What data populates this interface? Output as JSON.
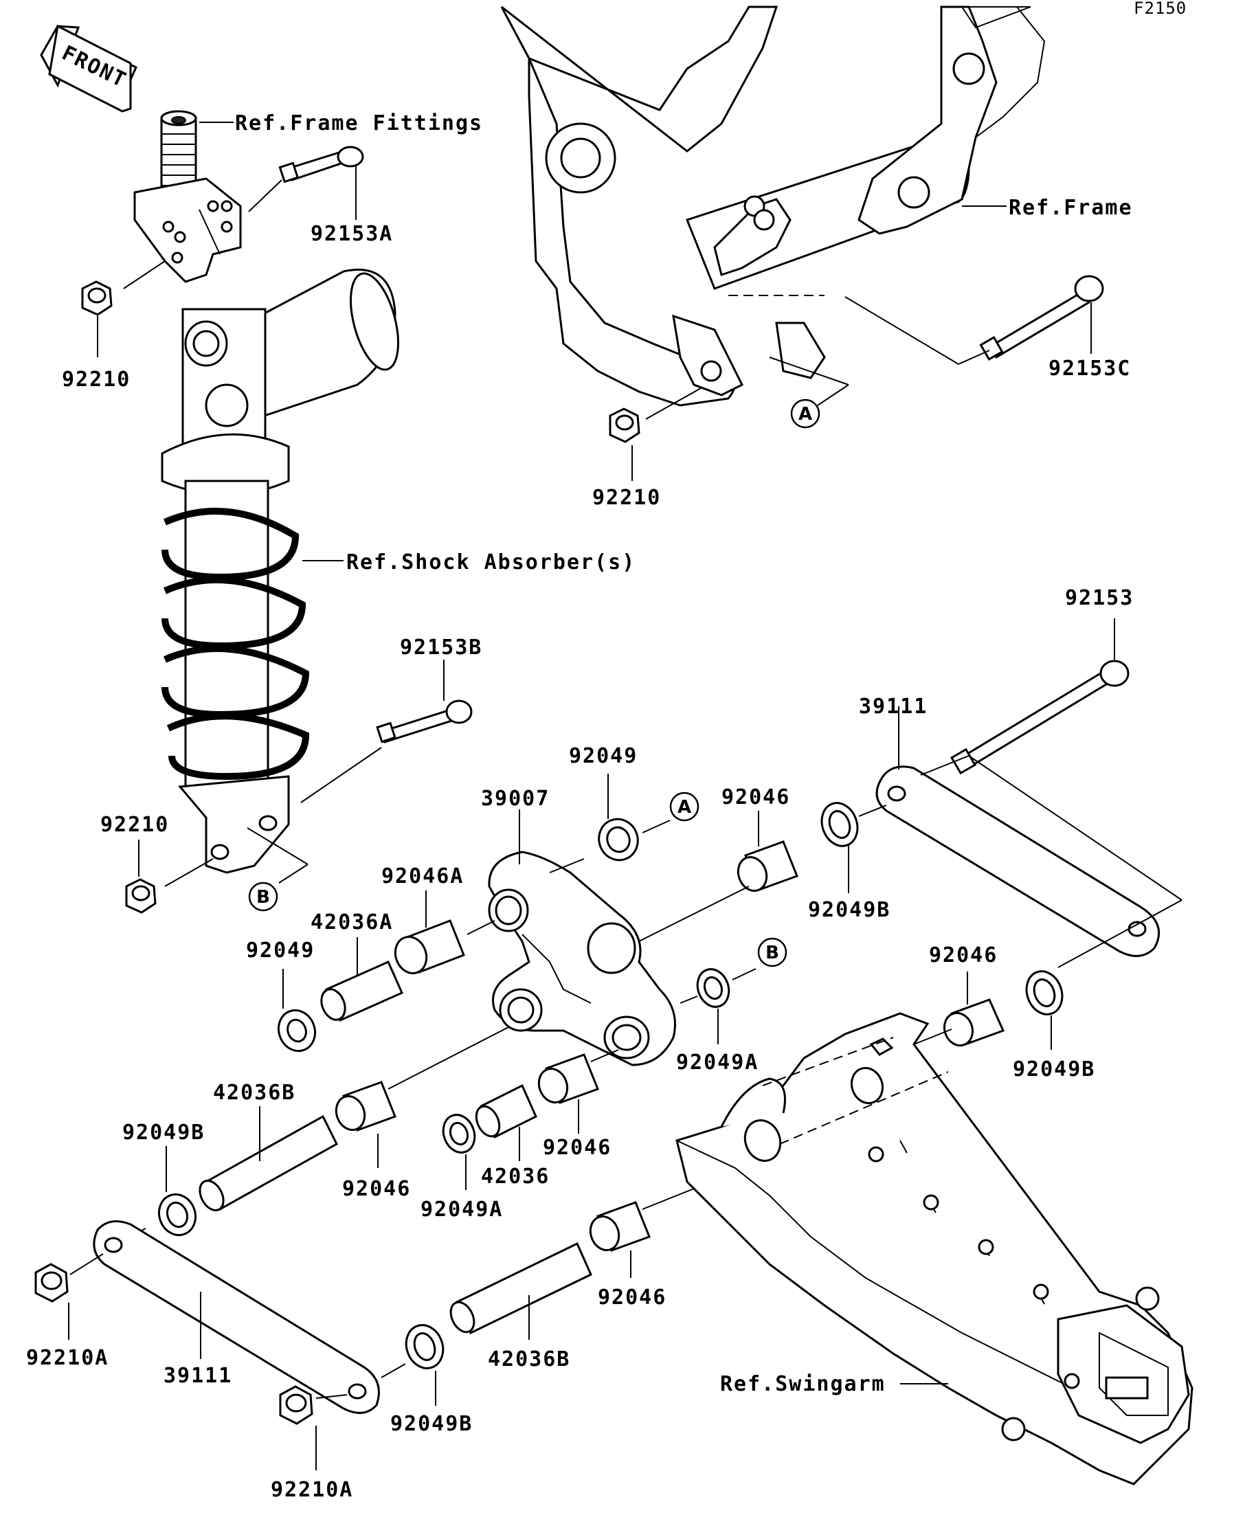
{
  "diagram_code": "F2150",
  "front_arrow_label": "FRONT",
  "references": {
    "frame_fittings": "Ref.Frame Fittings",
    "frame": "Ref.Frame",
    "shock_absorber": "Ref.Shock Absorber(s)",
    "swingarm": "Ref.Swingarm"
  },
  "callouts": {
    "a_top": "A",
    "a_mid": "A",
    "b_left": "B",
    "b_mid": "B"
  },
  "parts": {
    "p92153A": "92153A",
    "p92210_top": "92210",
    "p92210_frame": "92210",
    "p92153C": "92153C",
    "p92153": "92153",
    "p92153B": "92153B",
    "p39111_top": "39111",
    "p92049_top": "92049",
    "p92046_top": "92046",
    "p39007": "39007",
    "p92210_shock": "92210",
    "p92046A": "92046A",
    "p42036A": "42036A",
    "p92049_left": "92049",
    "p92049B_a": "92049B",
    "p92049A_right": "92049A",
    "p92046_right": "92046",
    "p92049B_right": "92049B",
    "p42036B_top": "42036B",
    "p92049B_left": "92049B",
    "p92046_low1": "92046",
    "p92046_low2": "92046",
    "p42036": "42036",
    "p92049A_low": "92049A",
    "p92210A_left": "92210A",
    "p39111_low": "39111",
    "p92049B_low": "92049B",
    "p92210A_low": "92210A",
    "p92046_low3": "92046",
    "p42036B_low": "42036B"
  }
}
